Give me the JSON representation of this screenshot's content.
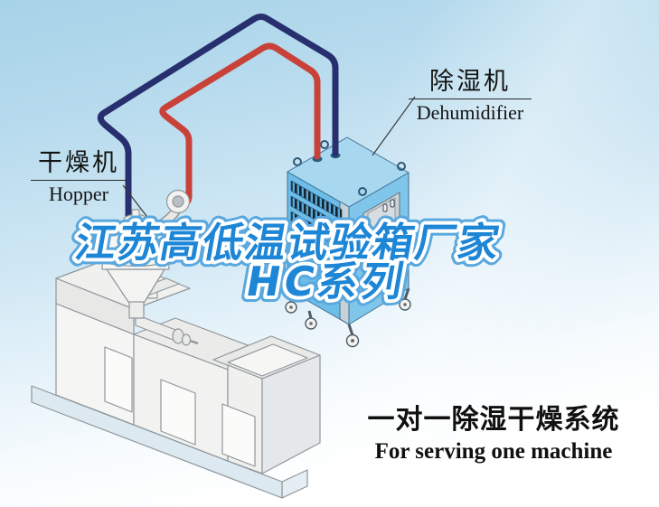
{
  "page": {
    "background_top": "#a6d2e8",
    "background_bottom": "#ffffff"
  },
  "title": {
    "line1": "江苏高低温试验箱厂家",
    "line2": "HC系列",
    "fill_color": "#1d86d6",
    "outline_color": "#ffffff",
    "halo_color": "#5aa8de"
  },
  "labels": {
    "hopper": {
      "zh": "干燥机",
      "en": "Hopper"
    },
    "dehumidifier": {
      "zh": "除湿机",
      "en": "Dehumidifier"
    }
  },
  "caption": {
    "zh": "一对一除湿干燥系统",
    "en": "For serving one machine"
  },
  "diagram": {
    "pipes": [
      {
        "name": "return-air-hose",
        "color": "#272f6e"
      },
      {
        "name": "dry-air-hose",
        "color": "#c8423a"
      }
    ],
    "dehumidifier_unit": {
      "top_color": "#a8d8f0",
      "left_face_color": "#6cbde7",
      "right_face_color": "#7fc6ea",
      "door_color": "#ccd3d8",
      "louver_color": "#16222c"
    },
    "machines": [
      "dehumidifier",
      "hopper-dryer",
      "injection-molding-machine"
    ]
  }
}
